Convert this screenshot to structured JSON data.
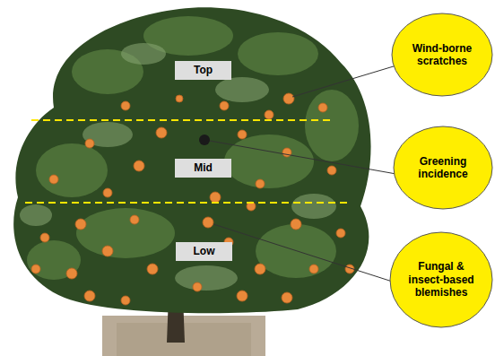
{
  "diagram": {
    "nodes": [
      {
        "text": [
          "Top"
        ]
      },
      {
        "text": [
          "Mid"
        ]
      },
      {
        "text": [
          "Low"
        ]
      },
      {
        "text": [
          "Wind-borne scratches"
        ]
      },
      {
        "text": [
          "Greening incidence"
        ]
      },
      {
        "text": [
          "Fungal & insect-based blemishes"
        ]
      }
    ]
  }
}
